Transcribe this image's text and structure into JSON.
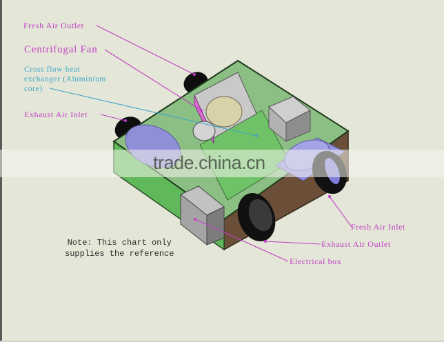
{
  "diagram": {
    "subject": "Heat recovery ventilator unit (isometric cutaway)",
    "background_color": "#e4e6d8",
    "colors": {
      "label_magenta": "#c03fc6",
      "label_cyan": "#3fa6c6",
      "panel_green": "#5fb859",
      "housing_brown": "#6b4f38",
      "fan_lavender": "#8f8fd8",
      "duct_black": "#111111",
      "electrical_box_gray": "#a4a4a4"
    },
    "labels": [
      {
        "id": "fresh-air-outlet",
        "text": "Fresh Air Outlet",
        "color": "#c03fc6"
      },
      {
        "id": "centrifugal-fan",
        "text": "Centrifugal Fan",
        "color": "#c03fc6"
      },
      {
        "id": "cross-flow-heat-exchanger",
        "text": "Cross flow heat\nexchanger (Aluminium\ncore)",
        "color": "#3fa6c6"
      },
      {
        "id": "exhaust-air-inlet",
        "text": "Exhaust Air Inlet",
        "color": "#c03fc6"
      },
      {
        "id": "fresh-air-inlet",
        "text": "Fresh Air Inlet",
        "color": "#c03fc6"
      },
      {
        "id": "exhaust-air-outlet",
        "text": "Exhaust Air Outlet",
        "color": "#c03fc6"
      },
      {
        "id": "electrical-box",
        "text": "Electrical box",
        "color": "#c03fc6"
      }
    ],
    "note": "Note: This chart only\nsupplies the reference",
    "watermark": "trade.china.cn"
  }
}
